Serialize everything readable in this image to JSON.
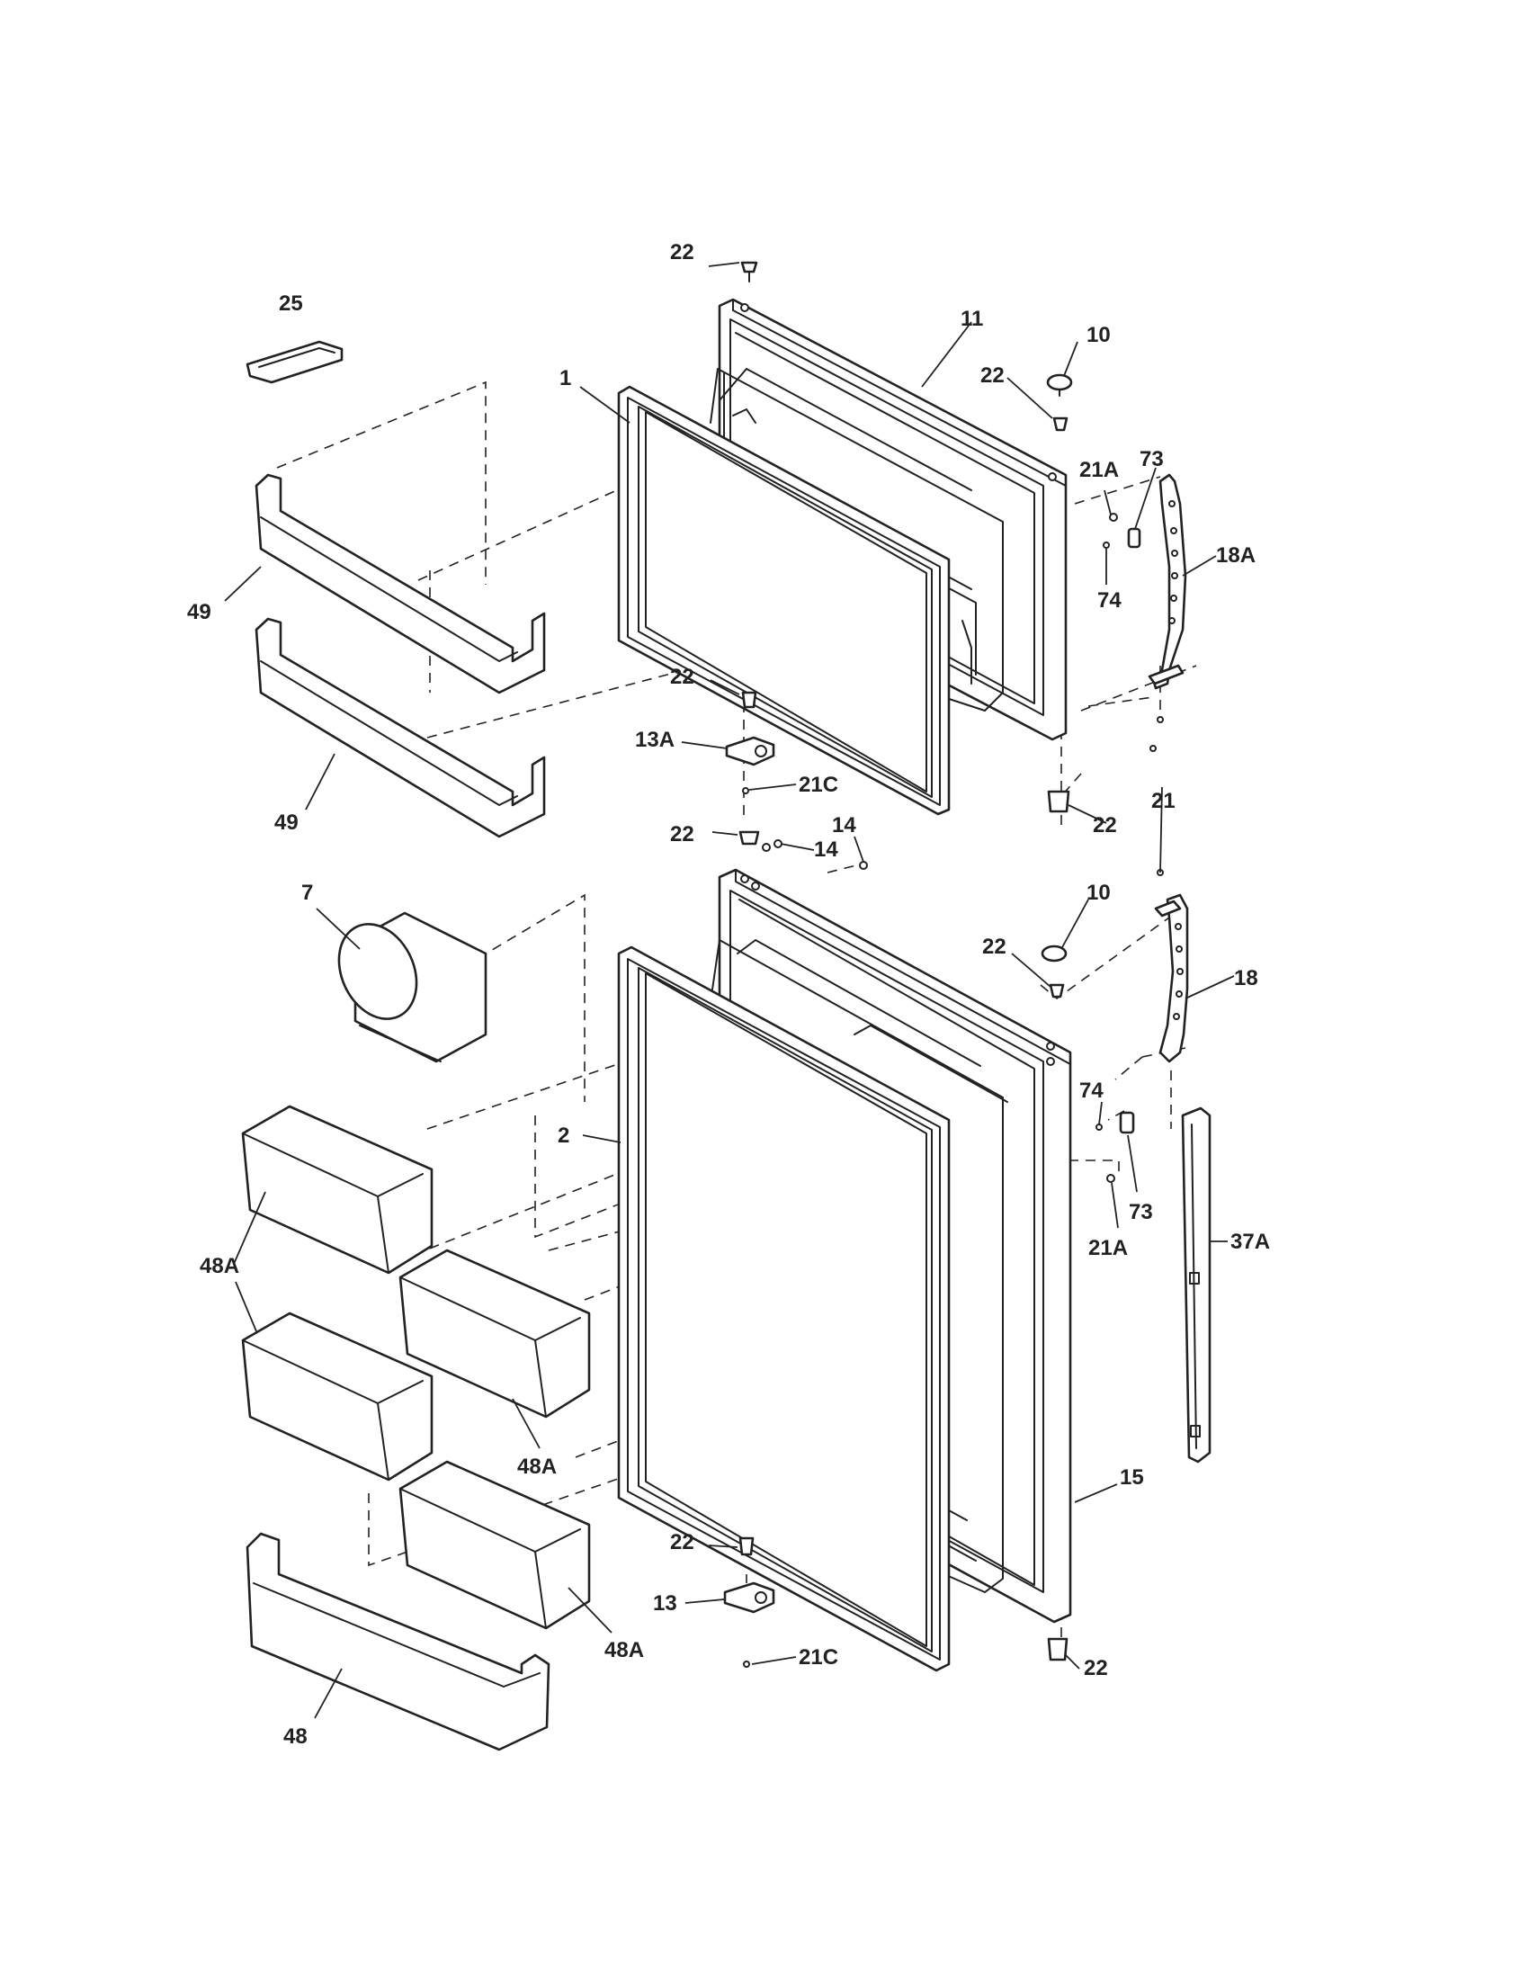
{
  "diagram": {
    "callouts": {
      "c22_top": "22",
      "c25": "25",
      "c11": "11",
      "c10_top": "10",
      "c22_hinge_top": "22",
      "c1": "1",
      "c21A_top": "21A",
      "c73_top": "73",
      "c18A": "18A",
      "c74_top": "74",
      "c49_a": "49",
      "c49_b": "49",
      "c22_fz_bottom": "22",
      "c13A": "13A",
      "c21C_top": "21C",
      "c22_right_mid": "22",
      "c21": "21",
      "c22_ff_top": "22",
      "c14_a": "14",
      "c14_b": "14",
      "c7": "7",
      "c10_mid": "10",
      "c22_hinge_mid": "22",
      "c18": "18",
      "c2": "2",
      "c74_mid": "74",
      "c73_mid": "73",
      "c21A_mid": "21A",
      "c37A": "37A",
      "c48A_a": "48A",
      "c48A_b": "48A",
      "c48A_c": "48A",
      "c15": "15",
      "c22_ff_bottom": "22",
      "c13": "13",
      "c21C_bottom": "21C",
      "c22_right_bottom": "22",
      "c48": "48"
    }
  }
}
